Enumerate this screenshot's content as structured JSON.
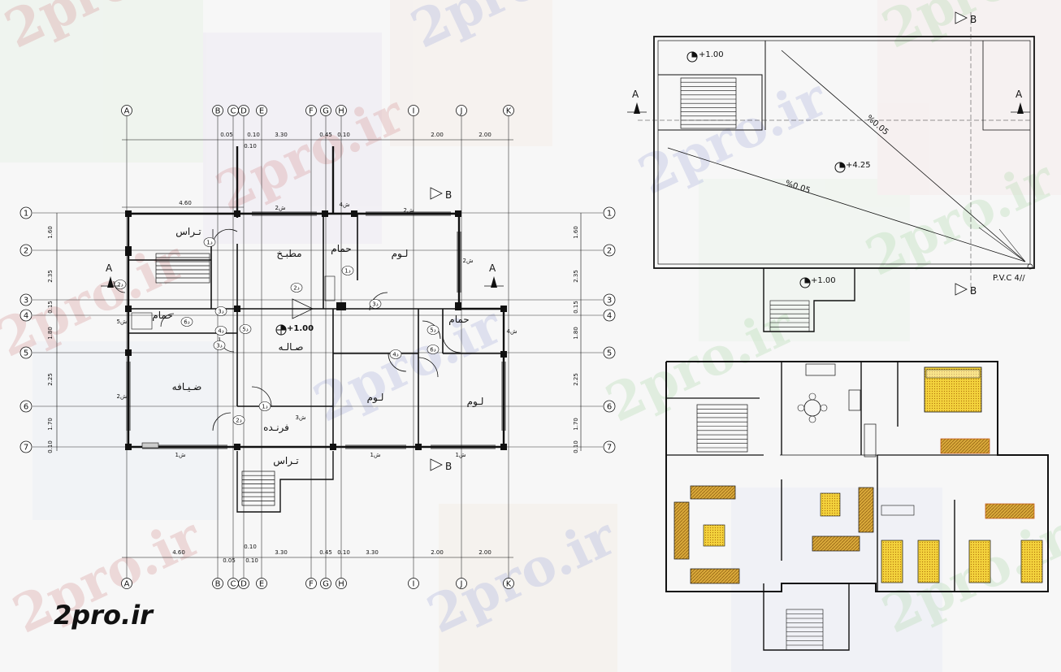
{
  "watermark": "2pro.ir",
  "logo_text": "2pro.ir",
  "grid_columns": [
    "A",
    "B",
    "C",
    "D",
    "E",
    "F",
    "G",
    "H",
    "I",
    "J",
    "K"
  ],
  "grid_rows": [
    "1",
    "2",
    "3",
    "4",
    "5",
    "6",
    "7"
  ],
  "dims_top": [
    "0.05",
    "0.10",
    "3.30",
    "0.45",
    "0.10",
    "2.00",
    "2.00",
    "0.10"
  ],
  "dims_bottom": [
    "4.60",
    "0.10",
    "3.30",
    "0.45",
    "0.10",
    "3.30",
    "2.00",
    "2.00",
    "0.05",
    "0.10"
  ],
  "dim_top_left": "4.60",
  "dims_side": [
    "1.60",
    "2.35",
    "0.15",
    "1.80",
    "2.25",
    "1.70",
    "0.10"
  ],
  "window_tags": [
    "ش2",
    "ش4",
    "ش2",
    "ش1",
    "ش1",
    "ش1",
    "ش2",
    "ش4",
    "ش5",
    "ش2",
    "ش3"
  ],
  "door_tags": [
    "د1",
    "د2",
    "د3",
    "د4",
    "د5",
    "د6"
  ],
  "rooms": {
    "terrace_top": "تـراس",
    "kitchen": "مطبـخ",
    "bath_top": "حمام",
    "bedroom_top": "لـوم",
    "bath_mid": "حمام",
    "bath_right": "حمام",
    "hall": "صـالـه",
    "guest": "ضـيـافه",
    "bedroom_mid": "لـوم",
    "bedroom_right": "لـوم",
    "lobby": "فرنـده",
    "terrace_bottom": "تـراس"
  },
  "levels": {
    "plan_level": "+1.00",
    "roof_level_top": "+1.00",
    "roof_level_mid": "+4.25",
    "roof_level_bottom": "+1.00"
  },
  "section_marks": {
    "a": "A",
    "b": "B"
  },
  "slopes": [
    "%0.05",
    "%0.05"
  ],
  "roof_note": "P.V.C 4//"
}
